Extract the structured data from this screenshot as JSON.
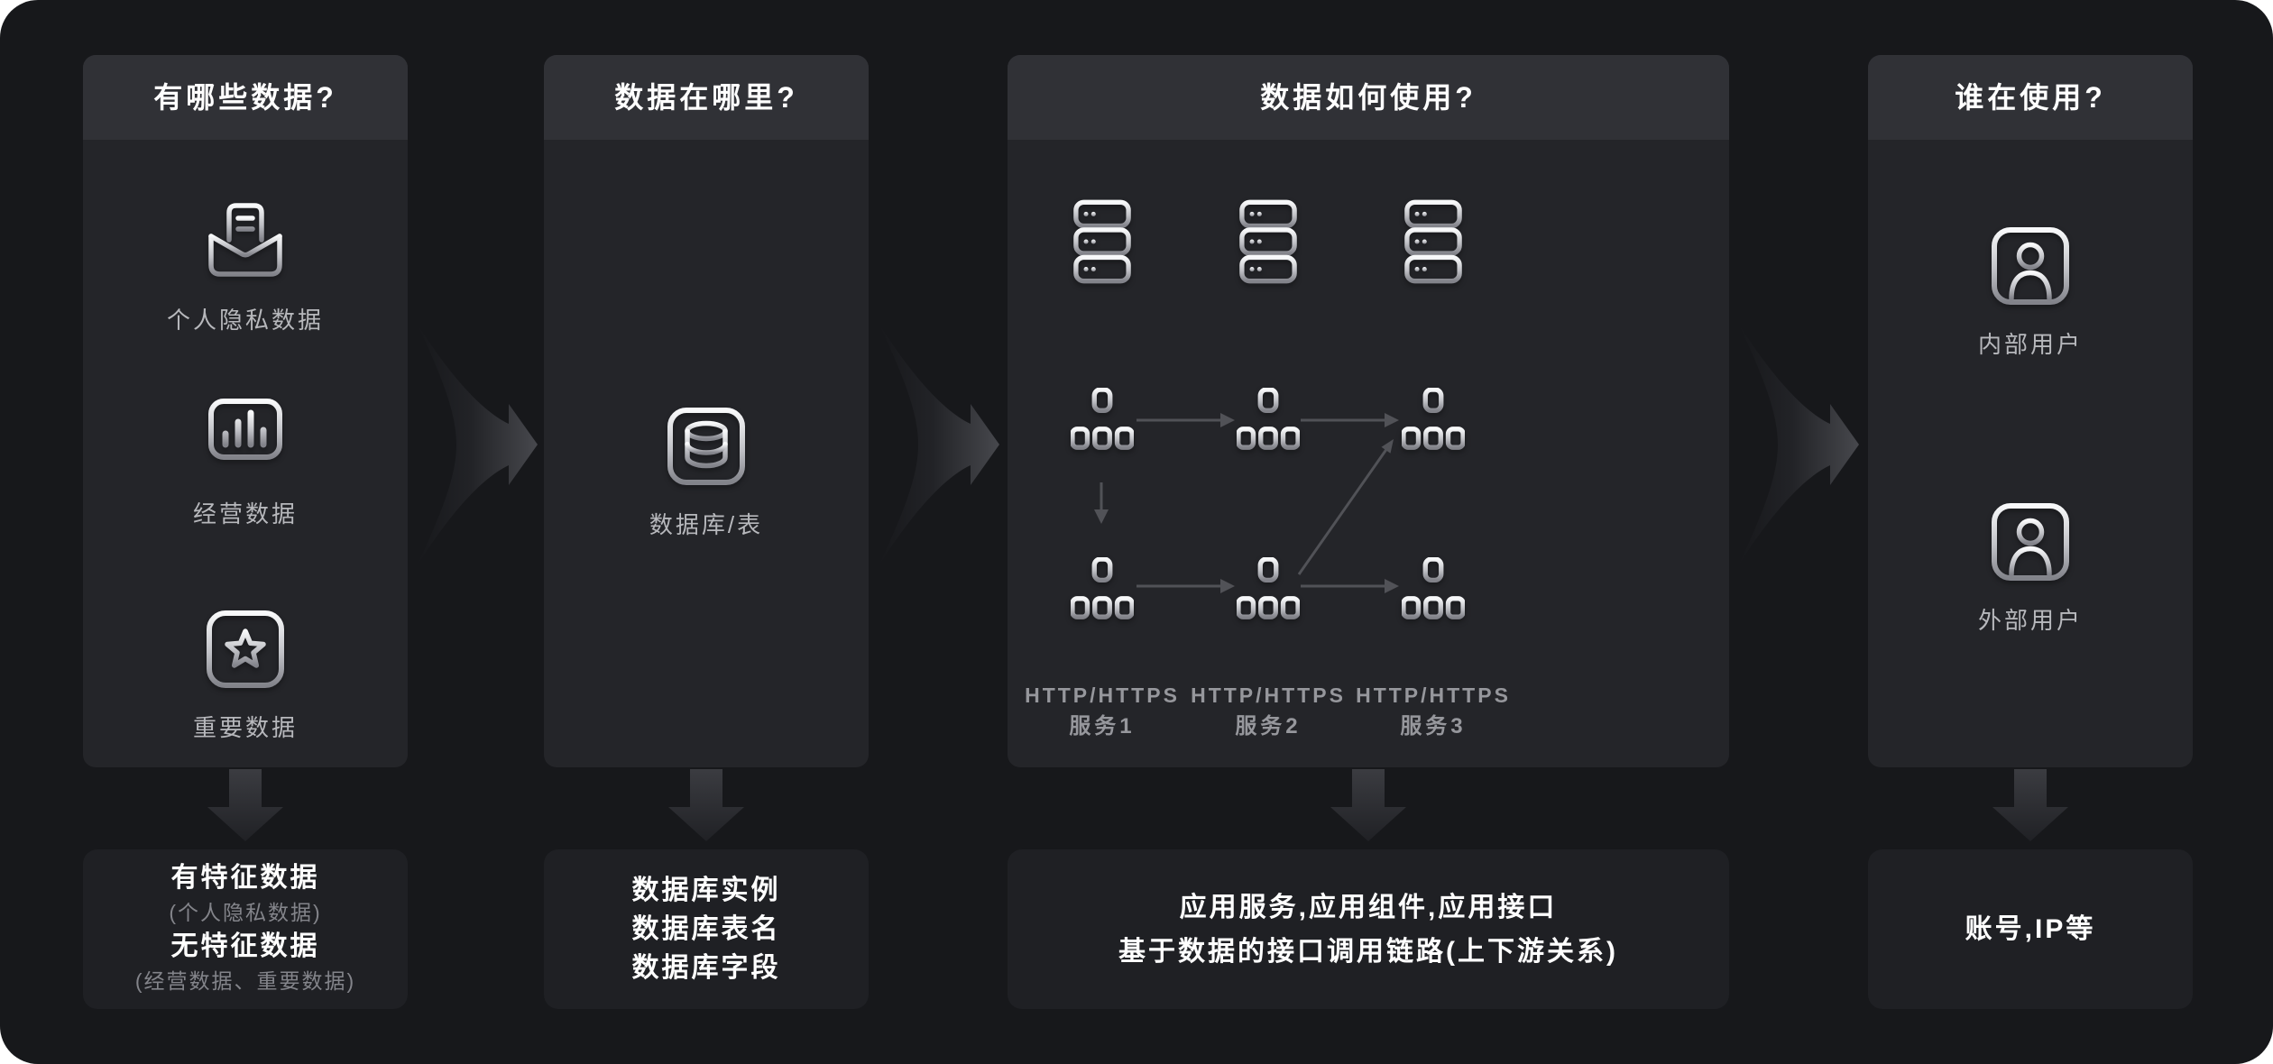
{
  "palette": {
    "page_bg": "#ffffff",
    "canvas_bg": "#17181b",
    "column_bg": "#242529",
    "header_bg": "#303136",
    "footer_box_bg": "#1f2024",
    "primary_text": "#ffffff",
    "label_text": "#b7b8bc",
    "muted_text": "#83848a",
    "service_label_text": "#96979c",
    "connector_arrow": "#515257",
    "icon_gradient_top": "#f8f9fa",
    "icon_gradient_bottom": "#82838a"
  },
  "columns": [
    {
      "title": "有哪些数据?",
      "items": [
        {
          "icon": "mail-icon",
          "label": "个人隐私数据"
        },
        {
          "icon": "chart-icon",
          "label": "经营数据"
        },
        {
          "icon": "star-icon",
          "label": "重要数据"
        }
      ],
      "footer": {
        "lines": [
          {
            "text": "有特征数据",
            "style": "primary"
          },
          {
            "text": "(个人隐私数据)",
            "style": "secondary"
          },
          {
            "text": "无特征数据",
            "style": "primary"
          },
          {
            "text": "(经营数据、重要数据)",
            "style": "secondary"
          }
        ]
      }
    },
    {
      "title": "数据在哪里?",
      "items": [
        {
          "icon": "database-icon",
          "label": "数据库/表"
        }
      ],
      "footer": {
        "lines": [
          {
            "text": "数据库实例",
            "style": "primary"
          },
          {
            "text": "数据库表名",
            "style": "primary"
          },
          {
            "text": "数据库字段",
            "style": "primary"
          }
        ]
      }
    },
    {
      "title": "数据如何使用?",
      "services": [
        {
          "icon": "server-icon",
          "topology_icon": "sitemap-icon",
          "line1": "HTTP/HTTPS",
          "line2": "服务1"
        },
        {
          "icon": "server-icon",
          "topology_icon": "sitemap-icon",
          "line1": "HTTP/HTTPS",
          "line2": "服务2"
        },
        {
          "icon": "server-icon",
          "topology_icon": "sitemap-icon",
          "line1": "HTTP/HTTPS",
          "line2": "服务3"
        }
      ],
      "footer": {
        "lines": [
          {
            "text": "应用服务,应用组件,应用接口",
            "style": "primary"
          },
          {
            "text": "基于数据的接口调用链路(上下游关系)",
            "style": "primary"
          }
        ]
      }
    },
    {
      "title": "谁在使用?",
      "items": [
        {
          "icon": "user-icon",
          "label": "内部用户"
        },
        {
          "icon": "user-icon",
          "label": "外部用户"
        }
      ],
      "footer": {
        "lines": [
          {
            "text": "账号,IP等",
            "style": "primary"
          }
        ]
      }
    }
  ]
}
